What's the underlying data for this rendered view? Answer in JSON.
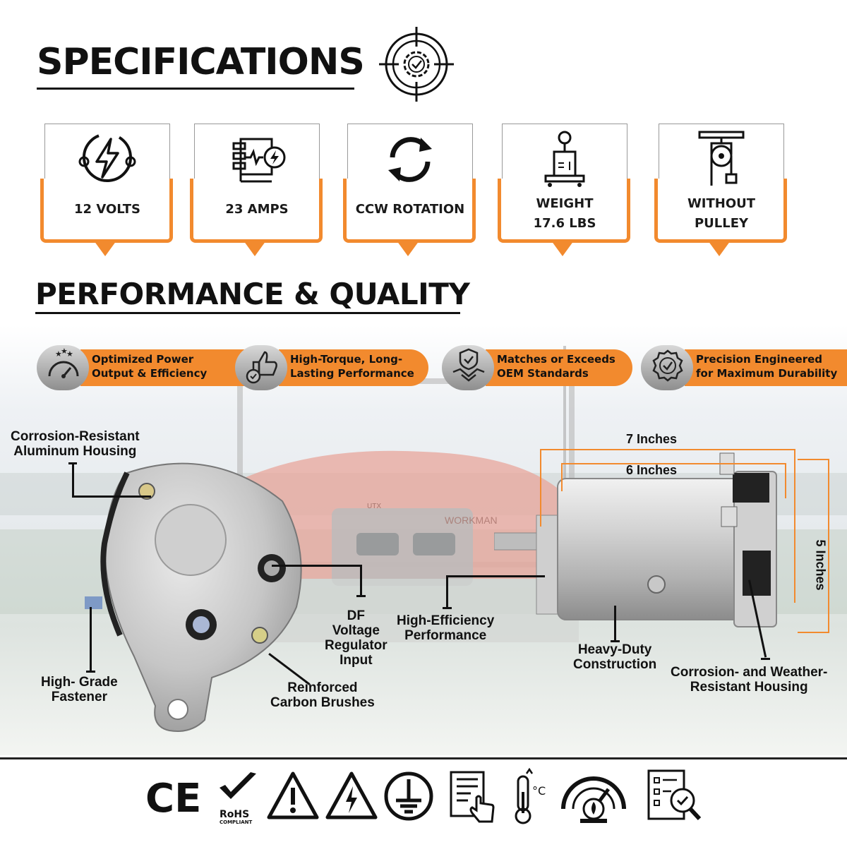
{
  "headings": {
    "specifications": "SPECIFICATIONS",
    "performance": "PERFORMANCE & QUALITY"
  },
  "specs": [
    {
      "label_lines": [
        "12 VOLTS"
      ],
      "icon": "lightning-plug-icon"
    },
    {
      "label_lines": [
        "23 AMPS"
      ],
      "icon": "circuit-power-icon"
    },
    {
      "label_lines": [
        "CCW ROTATION"
      ],
      "icon": "rotation-arrows-icon"
    },
    {
      "label_lines": [
        "WEIGHT",
        "17.6 LBS"
      ],
      "icon": "weight-scale-icon"
    },
    {
      "label_lines": [
        "WITHOUT",
        "PULLEY"
      ],
      "icon": "pulley-icon"
    }
  ],
  "features": [
    {
      "lines": [
        "Optimized Power",
        "Output & Efficiency"
      ],
      "icon": "speedometer-stars-icon"
    },
    {
      "lines": [
        "High-Torque, Long-",
        "Lasting Performance"
      ],
      "icon": "thumbs-up-check-icon"
    },
    {
      "lines": [
        "Matches or Exceeds",
        "OEM Standards"
      ],
      "icon": "handshake-shield-icon"
    },
    {
      "lines": [
        "Precision Engineered",
        "for Maximum Durability"
      ],
      "icon": "badge-check-icon"
    }
  ],
  "callouts": {
    "housing": [
      "Corrosion-Resistant",
      "Aluminum Housing"
    ],
    "df": [
      "DF",
      "Voltage",
      "Regulator",
      "Input"
    ],
    "fastener": [
      "High- Grade",
      "Fastener"
    ],
    "brushes": [
      "Reinforced",
      "Carbon Brushes"
    ],
    "efficiency": [
      "High-Efficiency",
      "Performance"
    ],
    "heavy": [
      "Heavy-Duty",
      "Construction"
    ],
    "weather": [
      "Corrosion- and Weather-",
      "Resistant Housing"
    ]
  },
  "dimensions": {
    "length_overall": "7 Inches",
    "length_body": "6 Inches",
    "height": "5 Inches"
  },
  "vehicle_text": {
    "hood": "WORKMAN",
    "model": "UTX"
  },
  "footer_icons": [
    "ce-mark-icon",
    "rohs-compliant-icon",
    "warning-icon",
    "electrical-hazard-icon",
    "ground-symbol-icon",
    "manual-touch-icon",
    "thermometer-celsius-icon",
    "performance-gauge-icon",
    "quality-inspection-icon"
  ],
  "footer_text": {
    "rohs": "RoHS",
    "rohs_sub": "COMPLIANT",
    "ce": "CE",
    "celsius": "°C"
  },
  "colors": {
    "accent": "#f28a2e",
    "text": "#111111"
  }
}
